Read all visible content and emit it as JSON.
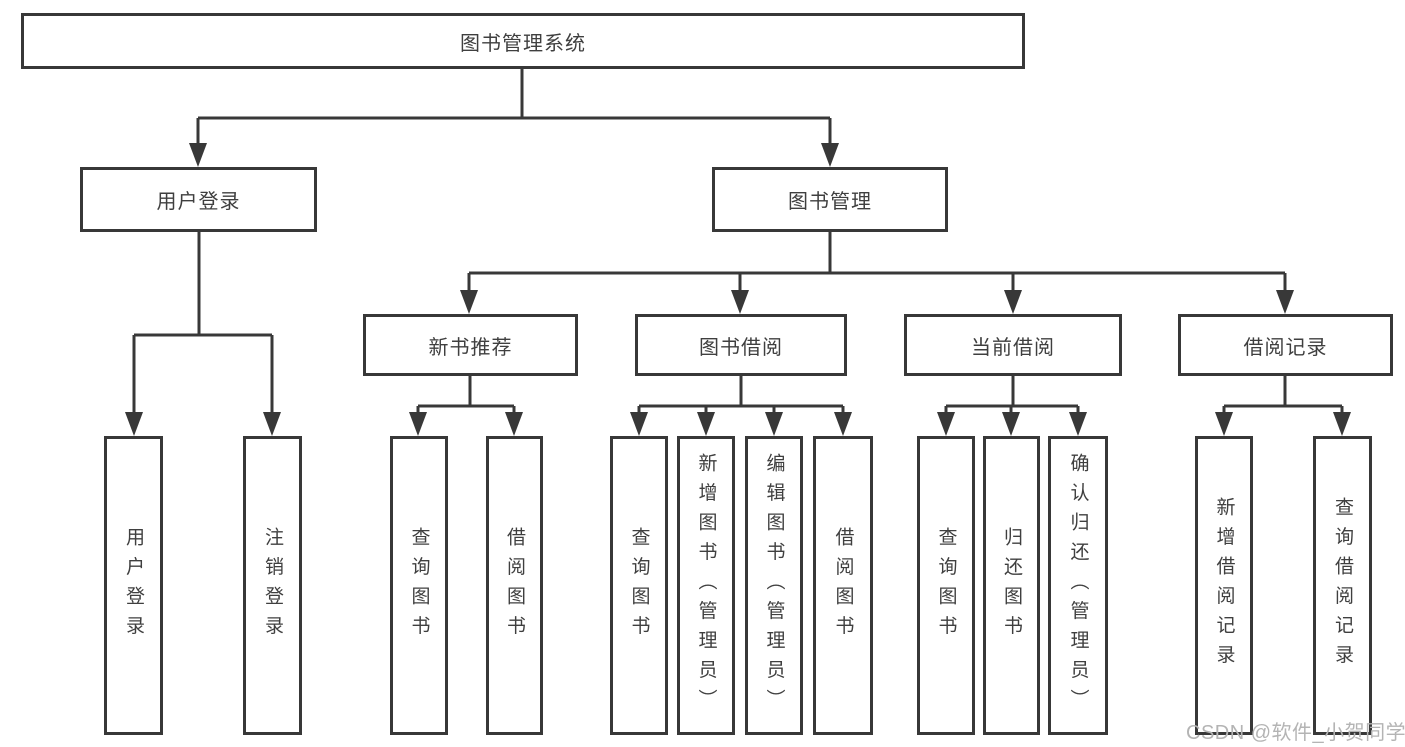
{
  "colors": {
    "line": "#383838",
    "box_border": "#383838",
    "text": "#3f3f3f",
    "background": "#ffffff",
    "watermark": "#b4b4b4"
  },
  "watermark": "CSDN @软件_小贺同学",
  "tree": {
    "root": "图书管理系统",
    "branches": [
      {
        "label": "用户登录",
        "children": [
          "用户登录",
          "注销登录"
        ]
      },
      {
        "label": "图书管理",
        "groups": [
          {
            "label": "新书推荐",
            "children": [
              "查询图书",
              "借阅图书"
            ]
          },
          {
            "label": "图书借阅",
            "children": [
              "查询图书",
              "新增图书（管理员）",
              "编辑图书（管理员）",
              "借阅图书"
            ]
          },
          {
            "label": "当前借阅",
            "children": [
              "查询图书",
              "归还图书",
              "确认归还（管理员）"
            ]
          },
          {
            "label": "借阅记录",
            "children": [
              "新增借阅记录",
              "查询借阅记录"
            ]
          }
        ]
      }
    ]
  }
}
